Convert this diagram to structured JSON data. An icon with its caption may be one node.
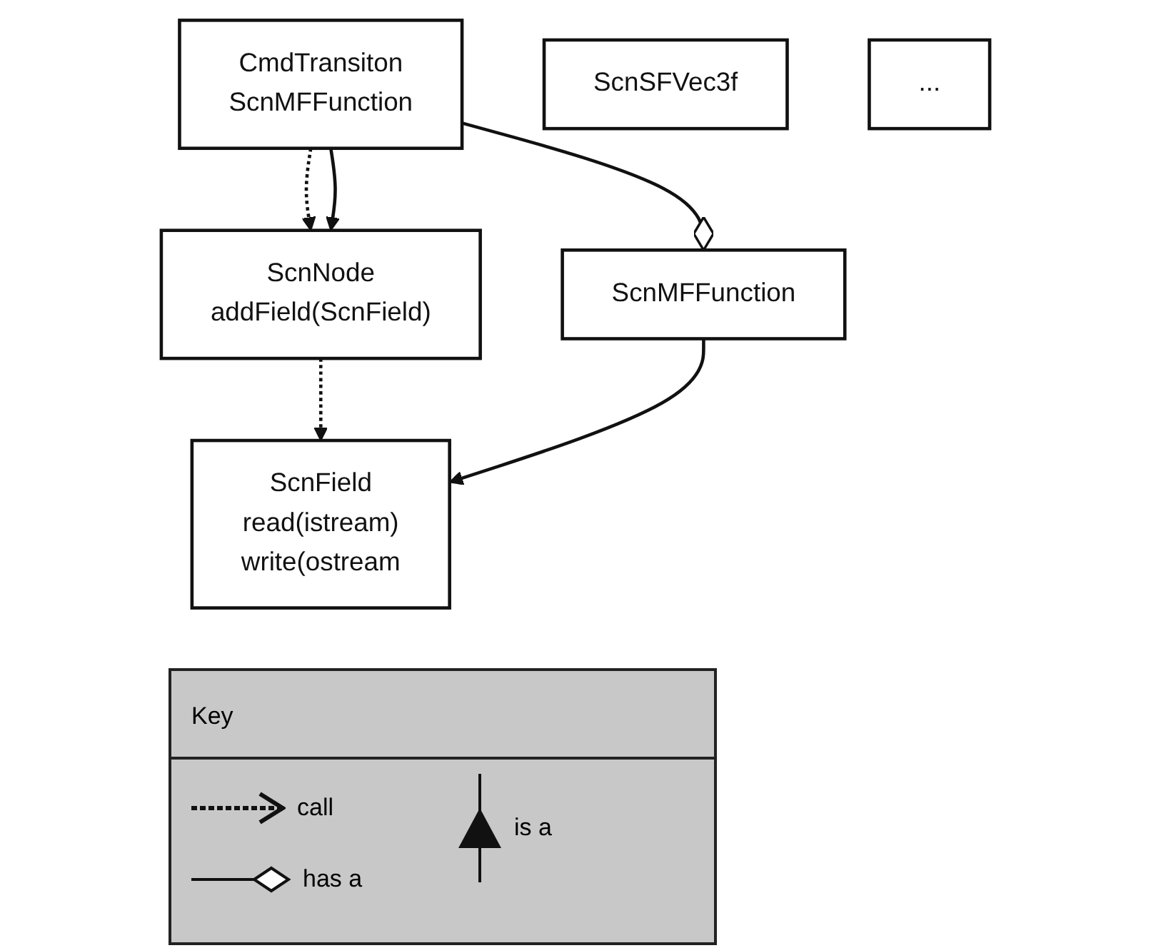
{
  "diagram": {
    "nodes": [
      {
        "text": [
          "ScnNode",
          "addField(ScnField)"
        ]
      },
      {
        "text": [
          "ScnField",
          "read(istream)",
          "write(ostream"
        ]
      },
      {
        "text": [
          "CmdTransiton",
          "ScnMFFunction"
        ]
      },
      {
        "text": [
          "ScnMFFunction"
        ]
      },
      {
        "text": [
          "ScnSFVec3f"
        ]
      },
      {
        "text": [
          "..."
        ]
      }
    ],
    "edges": [
      {
        "from": 0,
        "to": 1,
        "arrow": "to",
        "style": "dashed"
      },
      {
        "from": 2,
        "to": 0,
        "arrow": "to",
        "style": "dashed"
      },
      {
        "from": 2,
        "to": 0,
        "arrow": "to"
      },
      {
        "from": 2,
        "to": 3,
        "arrow": "other"
      },
      {
        "from": 3,
        "to": 1,
        "arrow": "to"
      }
    ],
    "labels": [
      "Key"
    ],
    "legend": [
      {
        "text": "call"
      },
      {
        "text": "has a"
      },
      {
        "text": "is a"
      }
    ]
  }
}
